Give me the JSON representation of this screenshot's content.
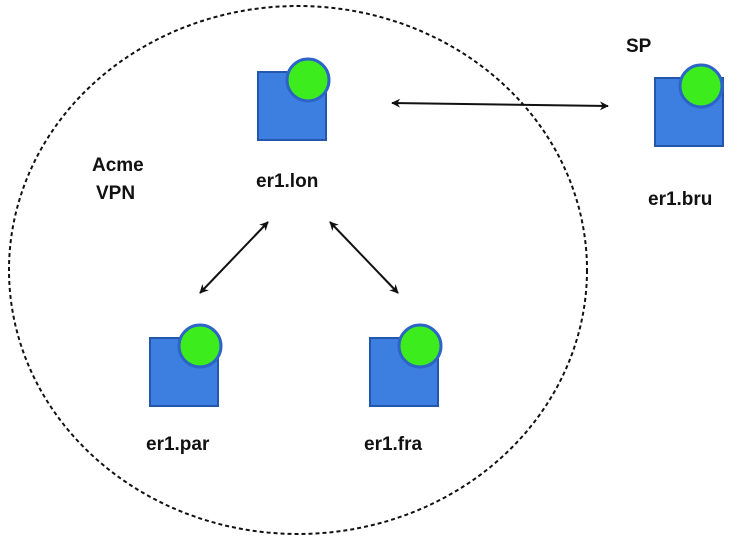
{
  "colors": {
    "node_fill": "#3d7fe0",
    "node_stroke": "#2457ab",
    "status_fill": "#3dec1c",
    "status_stroke": "#2d64c8",
    "line": "#111111"
  },
  "boundary": {
    "label_line1": "Acme",
    "label_line2": "VPN"
  },
  "provider": {
    "label": "SP"
  },
  "nodes": {
    "lon": {
      "label": "er1.lon",
      "icon": "router-icon"
    },
    "par": {
      "label": "er1.par",
      "icon": "router-icon"
    },
    "fra": {
      "label": "er1.fra",
      "icon": "router-icon"
    },
    "bru": {
      "label": "er1.bru",
      "icon": "router-icon"
    }
  },
  "links": [
    {
      "from": "lon",
      "to": "bru",
      "direction": "bidirectional"
    },
    {
      "from": "lon",
      "to": "par",
      "direction": "bidirectional"
    },
    {
      "from": "lon",
      "to": "fra",
      "direction": "bidirectional"
    }
  ]
}
